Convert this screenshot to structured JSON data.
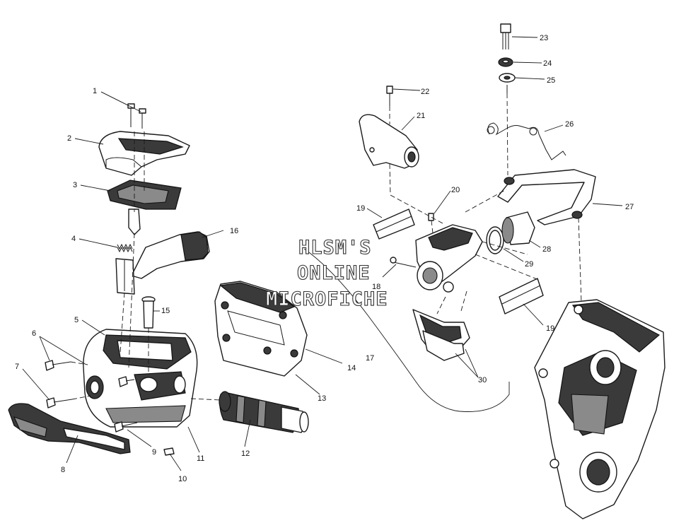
{
  "watermark": {
    "line1": "HLSM'S",
    "line2": "ONLINE",
    "line3": "MICROFICHE"
  },
  "callouts": [
    {
      "id": "c1",
      "label": "1"
    },
    {
      "id": "c2",
      "label": "2"
    },
    {
      "id": "c3",
      "label": "3"
    },
    {
      "id": "c4",
      "label": "4"
    },
    {
      "id": "c5",
      "label": "5"
    },
    {
      "id": "c6",
      "label": "6"
    },
    {
      "id": "c7",
      "label": "7"
    },
    {
      "id": "c8",
      "label": "8"
    },
    {
      "id": "c9",
      "label": "9"
    },
    {
      "id": "c10",
      "label": "10"
    },
    {
      "id": "c11",
      "label": "11"
    },
    {
      "id": "c12",
      "label": "12"
    },
    {
      "id": "c13",
      "label": "13"
    },
    {
      "id": "c14",
      "label": "14"
    },
    {
      "id": "c15",
      "label": "15"
    },
    {
      "id": "c16",
      "label": "16"
    },
    {
      "id": "c17",
      "label": "17"
    },
    {
      "id": "c18",
      "label": "18"
    },
    {
      "id": "c19a",
      "label": "19"
    },
    {
      "id": "c19b",
      "label": "19"
    },
    {
      "id": "c20",
      "label": "20"
    },
    {
      "id": "c21",
      "label": "21"
    },
    {
      "id": "c22",
      "label": "22"
    },
    {
      "id": "c23",
      "label": "23"
    },
    {
      "id": "c24",
      "label": "24"
    },
    {
      "id": "c25",
      "label": "25"
    },
    {
      "id": "c26",
      "label": "26"
    },
    {
      "id": "c27",
      "label": "27"
    },
    {
      "id": "c28",
      "label": "28"
    },
    {
      "id": "c29",
      "label": "29"
    },
    {
      "id": "c30",
      "label": "30"
    }
  ]
}
